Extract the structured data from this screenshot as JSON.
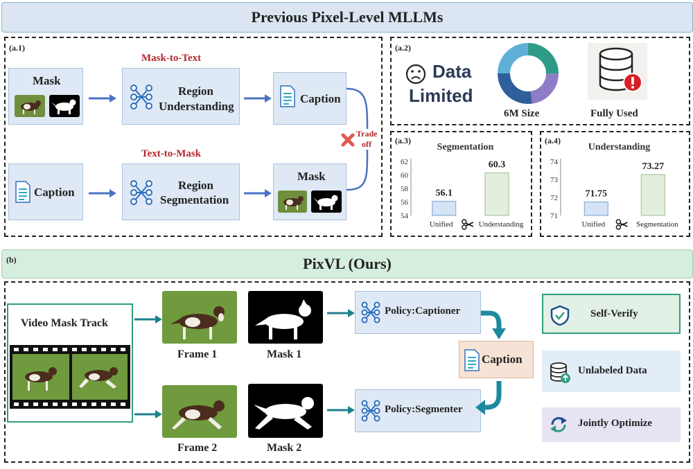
{
  "top": {
    "title": "Previous Pixel-Level MLLMs",
    "a1": {
      "tag": "(a.1)",
      "mask_to_text": "Mask-to-Text",
      "text_to_mask": "Text-to-Mask",
      "mask_label": "Mask",
      "region_understanding": [
        "Region",
        "Understanding"
      ],
      "caption_label": "Caption",
      "caption_label2": "Caption",
      "region_segmentation": [
        "Region",
        "Segmentation"
      ],
      "mask_label2": "Mask",
      "tradeoff": [
        "Trade",
        "off"
      ]
    },
    "a2": {
      "tag": "(a.2)",
      "data_limited": [
        "Data",
        "Limited"
      ],
      "size_caption": "6M Size",
      "used_caption": "Fully Used"
    },
    "a3": {
      "tag": "(a.3)"
    },
    "a4": {
      "tag": "(a.4)"
    }
  },
  "chart_data": [
    {
      "type": "bar",
      "title": "Segmentation",
      "categories": [
        "Unified",
        "Understanding"
      ],
      "values": [
        56.1,
        60.3
      ],
      "ylim": [
        54,
        62
      ],
      "yticks": [
        54,
        56,
        58,
        60,
        62
      ],
      "colors": [
        "#d4e3f6",
        "#e3eedd"
      ],
      "edges": [
        "#8aaed8",
        "#a9c7a0"
      ]
    },
    {
      "type": "bar",
      "title": "Understanding",
      "categories": [
        "Unified",
        "Segmentation"
      ],
      "values": [
        71.75,
        73.27
      ],
      "ylim": [
        71,
        74
      ],
      "yticks": [
        71,
        72,
        73,
        74
      ],
      "colors": [
        "#d4e3f6",
        "#e3eedd"
      ],
      "edges": [
        "#8aaed8",
        "#a9c7a0"
      ]
    }
  ],
  "bottom": {
    "tag": "(b)",
    "title": "PixVL (Ours)",
    "video_mask_track": "Video Mask Track",
    "frame1": "Frame 1",
    "mask1": "Mask 1",
    "frame2": "Frame 2",
    "mask2": "Mask 2",
    "policy_captioner": "Policy:Captioner",
    "policy_segmenter": "Policy:Segmenter",
    "caption": "Caption",
    "self_verify": "Self-Verify",
    "unlabeled_data": "Unlabeled Data",
    "jointly_optimize": "Jointly Optimize"
  },
  "icons": [
    "network-icon",
    "document-icon",
    "sad-face-icon",
    "database-icon",
    "warning-icon",
    "scissors-icon",
    "shield-check-icon",
    "refresh-icon",
    "cross-icon"
  ],
  "colors": {
    "top_banner": "#dbe6f2",
    "bottom_banner": "#d6eedd",
    "box_blue": "#dfe9f5",
    "teal_arrow": "#1e7f8e",
    "blue_arrow": "#4a72c4",
    "red_text": "#b3282d"
  }
}
